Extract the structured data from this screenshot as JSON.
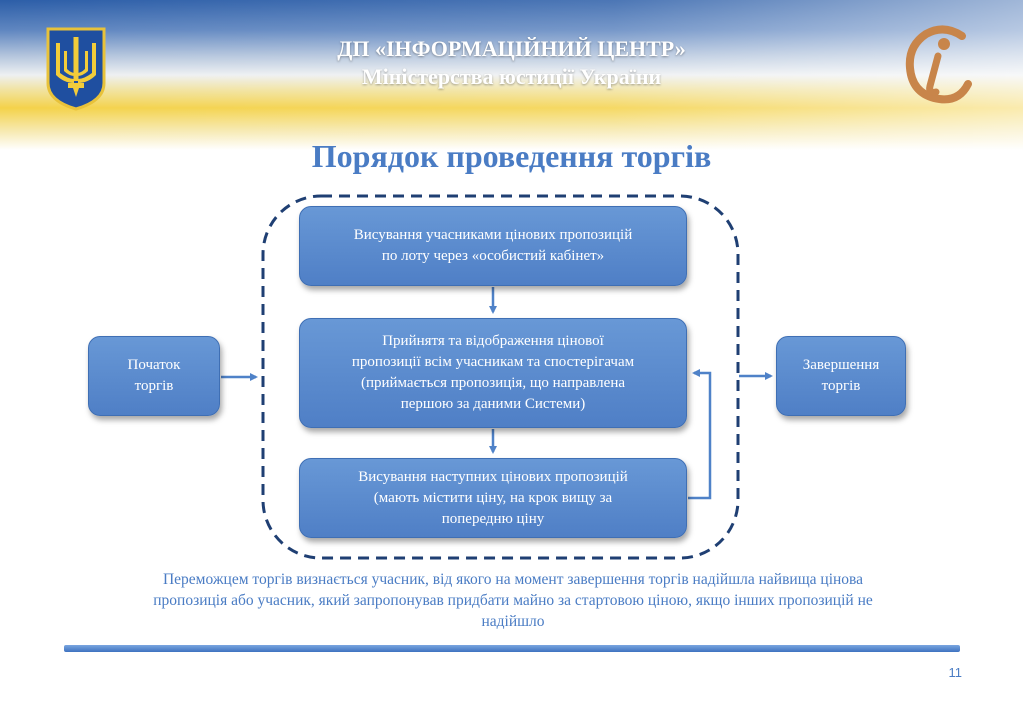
{
  "header": {
    "org_line1": "ДП «ІНФОРМАЦІЙНИЙ ЦЕНТР»",
    "org_line2": "Міністерства юстиції України",
    "emblem_icon": "tryzub-icon",
    "logo_icon": "info-center-logo-icon"
  },
  "slide": {
    "title": "Порядок проведення торгів",
    "page_number": "11"
  },
  "diagram": {
    "start": {
      "lines": [
        "Початок",
        "торгів"
      ]
    },
    "end": {
      "lines": [
        "Завершення",
        "торгів"
      ]
    },
    "steps": [
      {
        "lines": [
          "Висування учасниками цінових пропозицій",
          "по лоту через «особистий кабінет»"
        ]
      },
      {
        "lines": [
          "Прийнятя та відображення цінової",
          "пропозиції всім учасникам та спостерігачам",
          "(приймається пропозиція, що направлена",
          "першою за даними Системи)"
        ]
      },
      {
        "lines": [
          "Висування наступних цінових пропозицій",
          "(мають містити ціну, на крок вищу за",
          "попередню ціну"
        ]
      }
    ]
  },
  "footnote": {
    "lines": [
      "Переможцем  торгів визнається учасник, від якого на момент завершення торгів надійшла найвища цінова",
      "пропозиція або учасник, який запропонував придбати майно за стартовою ціною, якщо інших пропозицій не",
      "надійшло"
    ]
  },
  "colors": {
    "accent": "#4a7cc4",
    "box_fill": "#5a8ad0",
    "flag_blue": "#2c5ea8",
    "flag_yellow": "#f4d24a"
  }
}
